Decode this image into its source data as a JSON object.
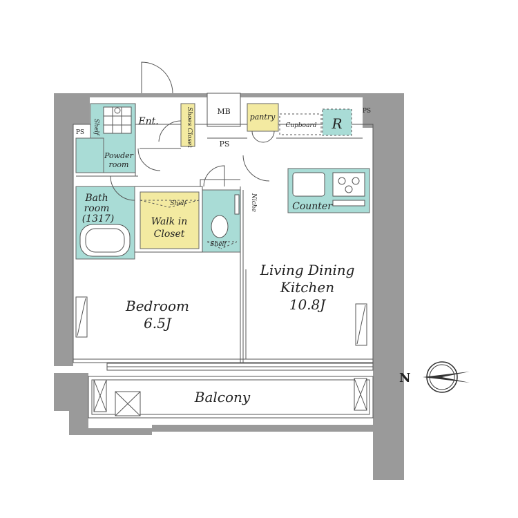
{
  "rooms": {
    "bedroom_name": "Bedroom",
    "bedroom_size": "6.5J",
    "ldk_line1": "Living Dining",
    "ldk_line2": "Kitchen",
    "ldk_size": "10.8J",
    "walkin_line1": "Walk in",
    "walkin_line2": "Closet",
    "bath_line1": "Bath",
    "bath_line2": "room",
    "bath_line3": "(1317)",
    "powder_line1": "Powder",
    "powder_line2": "room",
    "entrance": "Ent.",
    "shoes_closet": "Shoes Closet",
    "balcony": "Balcony",
    "pantry": "pantry",
    "cupboard": "Cupboard",
    "refrigerator": "R",
    "counter": "Counter",
    "niche": "Niche",
    "mb": "MB",
    "ps_left": "PS",
    "ps_center": "PS",
    "ps_right": "PS",
    "shelf_bath": "Shelf",
    "shelf_walkin": "Shelf",
    "shelf_toilet": "Shelf"
  },
  "compass": {
    "north_label": "N"
  },
  "colors": {
    "wet_area": "#a9dcd6",
    "storage": "#f3eaa1",
    "wall": "#9a9a9a"
  }
}
